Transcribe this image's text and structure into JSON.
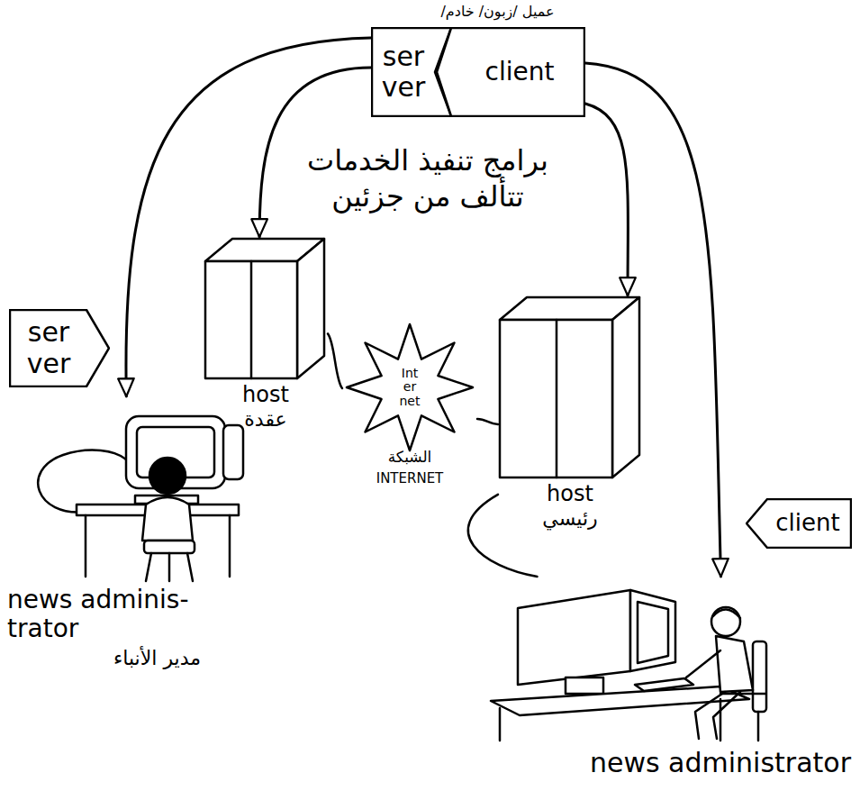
{
  "diagram": {
    "nodes": [
      {
        "text": [
          "ser ver"
        ]
      },
      {
        "text": [
          "client"
        ]
      },
      {
        "text": [
          "host",
          "عقدة"
        ]
      },
      {
        "text": [
          "host",
          "رئيسي"
        ]
      },
      {
        "text": [
          "Int er net",
          "الشبكة",
          "INTERNET"
        ]
      },
      {
        "text": [
          "ser ver"
        ]
      },
      {
        "text": [
          "news adminis- trator",
          "مدير الأنباء"
        ]
      },
      {
        "text": [
          "client"
        ]
      },
      {
        "text": [
          "news administrator"
        ]
      }
    ],
    "edges": [
      {
        "from": 0,
        "to": 2,
        "arrow": "to"
      },
      {
        "from": 0,
        "to": 6,
        "arrow": "to"
      },
      {
        "from": 1,
        "to": 3,
        "arrow": "to"
      },
      {
        "from": 1,
        "to": 8,
        "arrow": "to"
      },
      {
        "from": 2,
        "to": 4,
        "arrow": "none"
      },
      {
        "from": 4,
        "to": 3,
        "arrow": "none"
      },
      {
        "from": 3,
        "to": 8,
        "arrow": "none"
      }
    ],
    "labels": [
      "عميل /زبون/ خادم/",
      "برامج تنفيذ الخدمات تتألف من جزئين"
    ]
  }
}
